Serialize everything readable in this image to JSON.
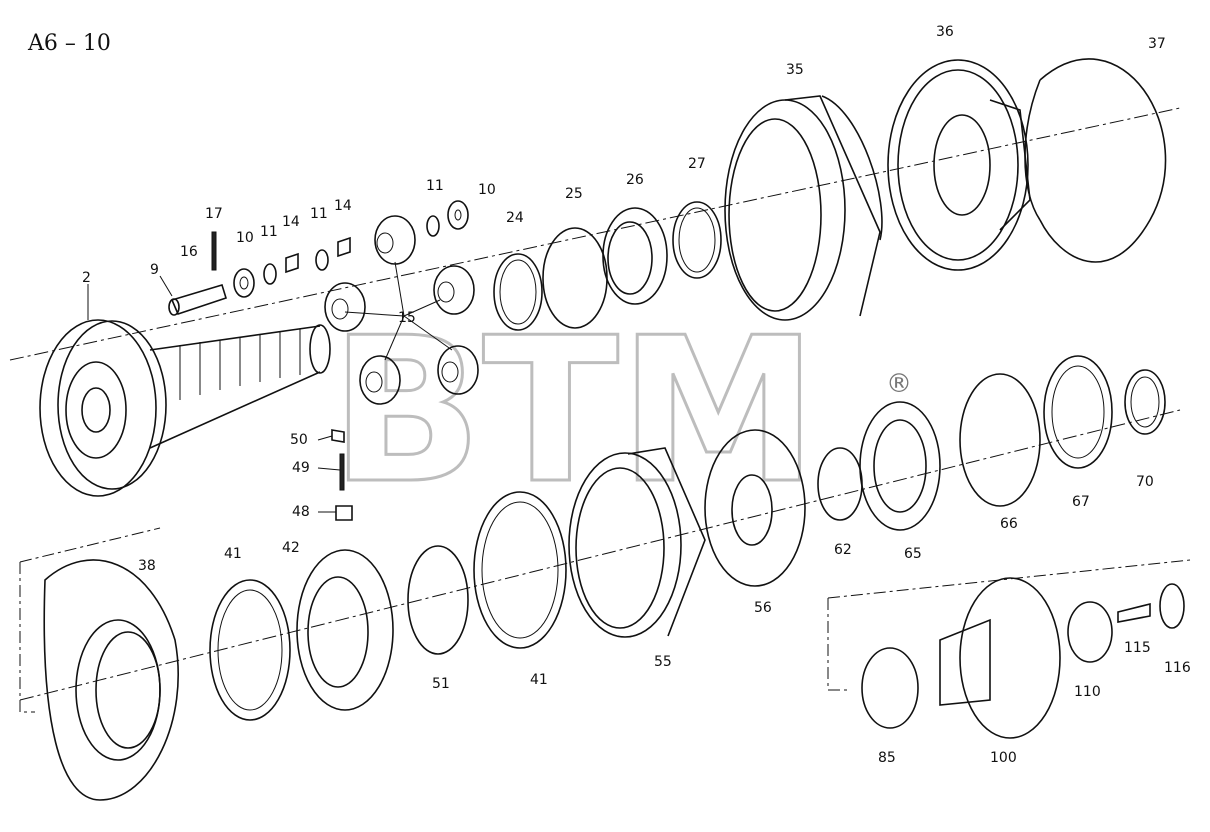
{
  "title": "A6 – 10",
  "watermark": {
    "text": "BTM",
    "mark": "®"
  },
  "labels": {
    "l2": "2",
    "l9": "9",
    "l16": "16",
    "l17": "17",
    "l10a": "10",
    "l11a": "11",
    "l14a": "14",
    "l11b": "11",
    "l14b": "14",
    "l11c": "11",
    "l10b": "10",
    "l15": "15",
    "l24": "24",
    "l25": "25",
    "l26": "26",
    "l27": "27",
    "l35": "35",
    "l36": "36",
    "l37": "37",
    "l50": "50",
    "l49": "49",
    "l48": "48",
    "l38": "38",
    "l41a": "41",
    "l42": "42",
    "l51": "51",
    "l41b": "41",
    "l55": "55",
    "l56": "56",
    "l62": "62",
    "l65": "65",
    "l66": "66",
    "l67": "67",
    "l70": "70",
    "l85": "85",
    "l100": "100",
    "l110": "110",
    "l115": "115",
    "l116": "116"
  }
}
